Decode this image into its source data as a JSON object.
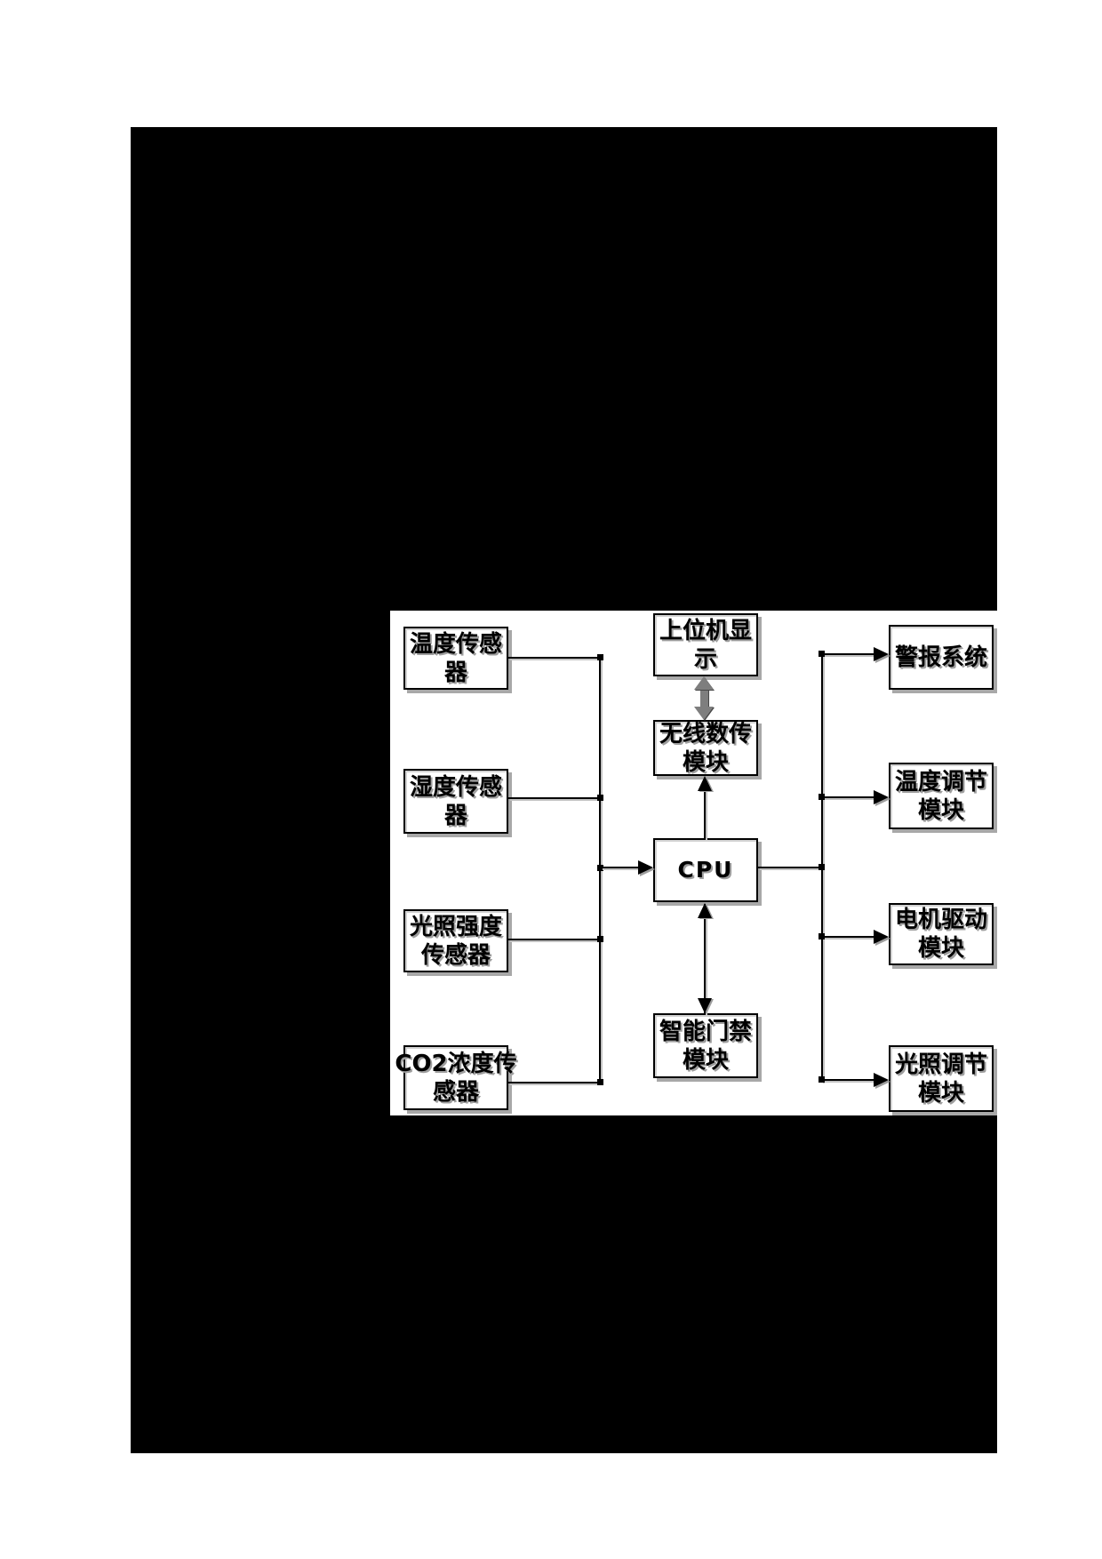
{
  "nodes": {
    "left": [
      {
        "id": "temperature-sensor",
        "line1": "温度传感",
        "line2": "器"
      },
      {
        "id": "humidity-sensor",
        "line1": "湿度传感",
        "line2": "器"
      },
      {
        "id": "light-intensity-sensor",
        "line1": "光照强度",
        "line2": "传感器"
      },
      {
        "id": "co2-sensor",
        "line1": "CO2浓度传",
        "line2": "感器"
      }
    ],
    "center": [
      {
        "id": "host-display",
        "line1": "上位机显",
        "line2": "示"
      },
      {
        "id": "wireless-data-module",
        "line1": "无线数传",
        "line2": "模块"
      },
      {
        "id": "cpu",
        "line1": "CPU",
        "line2": ""
      },
      {
        "id": "access-control-module",
        "line1": "智能门禁",
        "line2": "模块"
      }
    ],
    "right": [
      {
        "id": "alarm-system",
        "line1": "警报系统",
        "line2": ""
      },
      {
        "id": "temperature-adjust-module",
        "line1": "温度调节",
        "line2": "模块"
      },
      {
        "id": "motor-drive-module",
        "line1": "电机驱动",
        "line2": "模块"
      },
      {
        "id": "light-adjust-module",
        "line1": "光照调节",
        "line2": "模块"
      }
    ]
  },
  "edges": [
    {
      "from": "temperature-sensor",
      "to": "cpu",
      "direction": "one-way"
    },
    {
      "from": "humidity-sensor",
      "to": "cpu",
      "direction": "one-way"
    },
    {
      "from": "light-intensity-sensor",
      "to": "cpu",
      "direction": "one-way"
    },
    {
      "from": "co2-sensor",
      "to": "cpu",
      "direction": "one-way"
    },
    {
      "from": "cpu",
      "to": "wireless-data-module",
      "direction": "one-way"
    },
    {
      "from": "wireless-data-module",
      "to": "host-display",
      "direction": "two-way"
    },
    {
      "from": "cpu",
      "to": "access-control-module",
      "direction": "two-way"
    },
    {
      "from": "cpu",
      "to": "alarm-system",
      "direction": "one-way"
    },
    {
      "from": "cpu",
      "to": "temperature-adjust-module",
      "direction": "one-way"
    },
    {
      "from": "cpu",
      "to": "motor-drive-module",
      "direction": "one-way"
    },
    {
      "from": "cpu",
      "to": "light-adjust-module",
      "direction": "one-way"
    }
  ],
  "colors": {
    "page_background": "#ffffff",
    "scan_background": "#000000",
    "figure_background": "#ffffff",
    "line_color": "#000000",
    "scan_shadow_gray": "#a8a8a8",
    "bidirectional_arrow_gray": "#7e7e7e"
  }
}
